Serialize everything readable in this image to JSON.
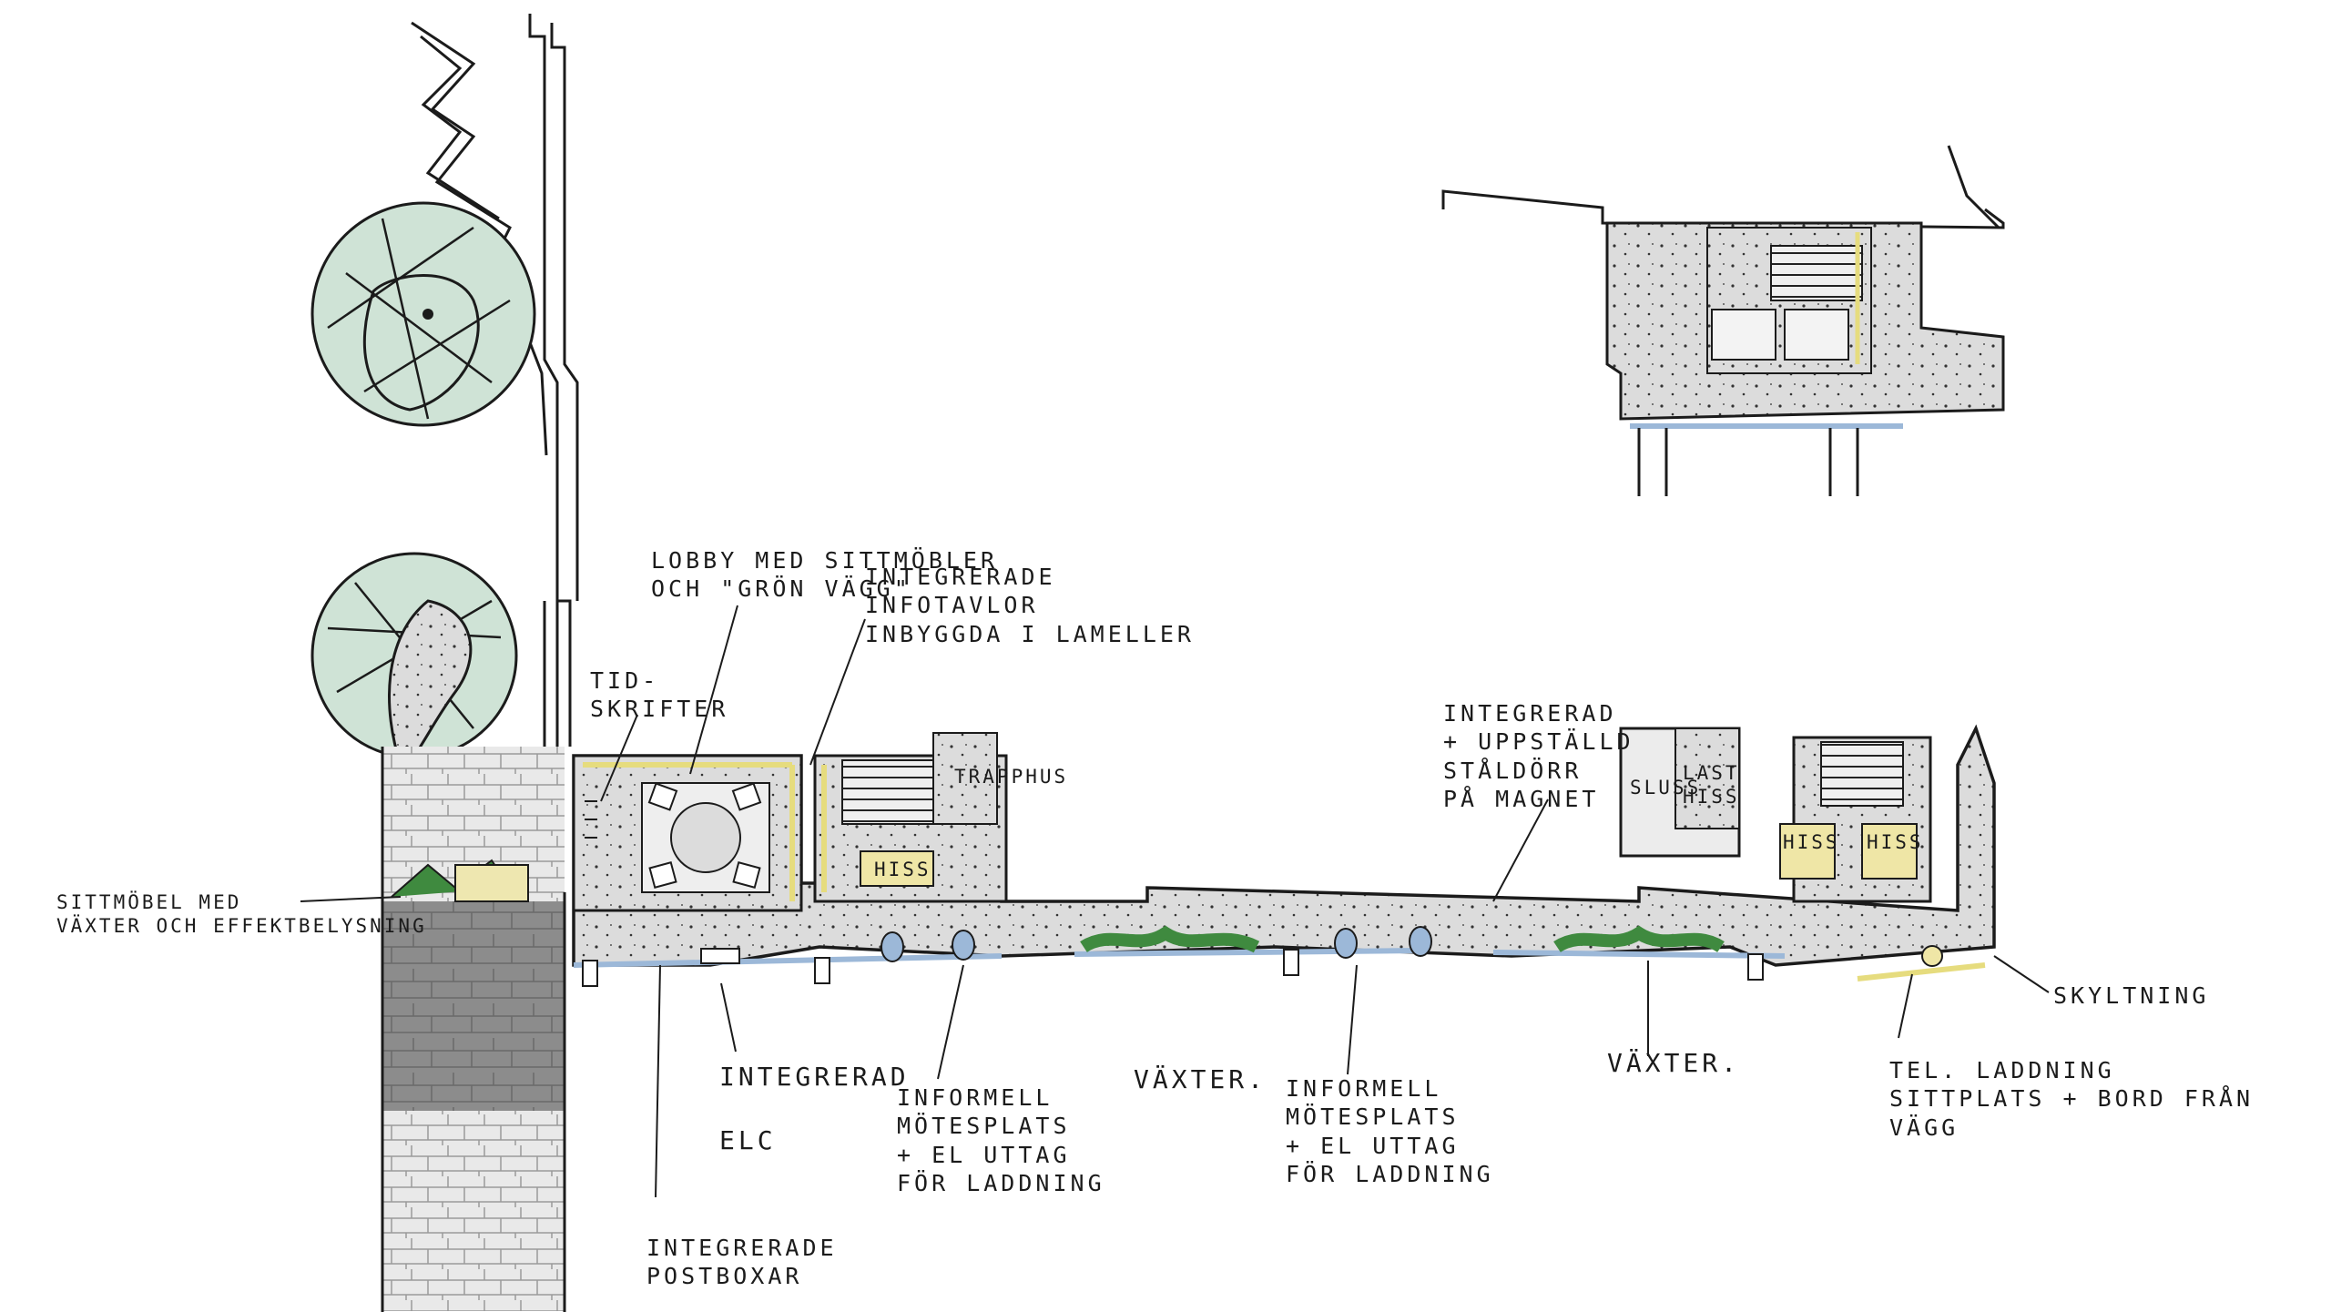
{
  "colors": {
    "floor": "#dcdcdc",
    "ink": "#1b1b1b",
    "tree": "#cfe3d6",
    "accent_yellow": "#e6dc7e",
    "glass_blue": "#9cb8d8",
    "plants_green": "#3f8a3f",
    "dark_zone": "#8a8a8a"
  },
  "labels": {
    "sittmobel": "SITTMÖBEL MED\nVÄXTER OCH EFFEKTBELYSNING",
    "lobby": "LOBBY  MED SITTMÖBLER\nOCH \"GRÖN VÄGG\"",
    "infotavlor": "INTEGRERADE\nINFOTAVLOR\nINBYGGDA I LAMELLER",
    "tidskrifter": "TID-\nSKRIFTER",
    "trapphus": "TRAPPHUS",
    "hiss_1": "HISS",
    "integrerad_staldorr": "INTEGRERAD\n+ UPPSTÄLLD\nSTÅLDÖRR\nPÅ MAGNET",
    "sluss": "SLUSS",
    "last_hiss": "LAST\nHISS",
    "hiss_2": "HISS",
    "hiss_3": "HISS",
    "skyltning": "SKYLTNING",
    "integrerad_elc": "INTEGRERAD\n\nELC",
    "informell_1": "INFORMELL\nMÖTESPLATS\n+ EL UTTAG\nFÖR LADDNING",
    "vaxter_1": "VÄXTER.",
    "informell_2": "INFORMELL\nMÖTESPLATS\n+ EL UTTAG\nFÖR LADDNING",
    "vaxter_2": "VÄXTER.",
    "tel_laddning": "TEL. LADDNING\nSITTPLATS + BORD FRÅN VÄGG",
    "postboxar": "INTEGRERADE\nPOSTBOXAR"
  }
}
